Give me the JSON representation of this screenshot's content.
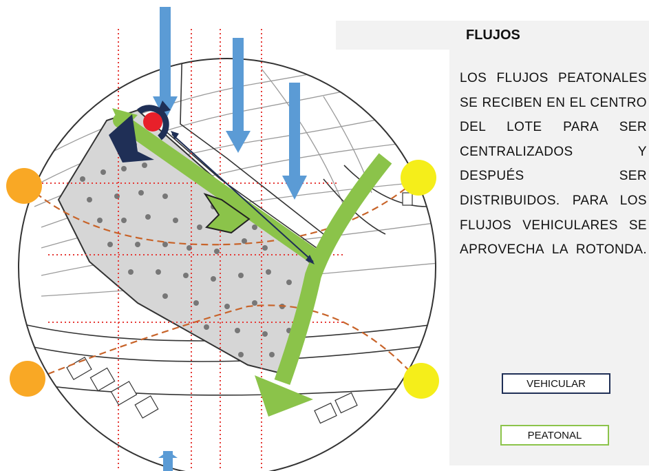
{
  "panel": {
    "title": "FLUJOS",
    "text": "LOS FLUJOS PEATONALES SE RECIBEN EN EL CENTRO DEL LOTE PARA SER CENTRALIZADOS Y DESPUÉS SER DISTRIBUIDOS. PARA LOS FLUJOS VEHICULARES SE APROVECHA LA ROTONDA."
  },
  "legend": {
    "vehicular_label": "VEHICULAR",
    "peatonal_label": "PEATONAL"
  },
  "colors": {
    "vehicular": "#1f2f56",
    "peatonal": "#8bc34a",
    "wind_arrow": "#5b9bd5",
    "grid_line": "#e53935",
    "sun_rise": "#f9a825",
    "sun_set": "#f5ee1a",
    "sun_path": "#c8642a",
    "lot_fill": "#d6d6d6",
    "panel_bg": "#f2f2f2"
  },
  "icons": [
    "wind-arrow",
    "sun-marker",
    "roundabout-arrow",
    "pedestrian-flow-arrow"
  ]
}
